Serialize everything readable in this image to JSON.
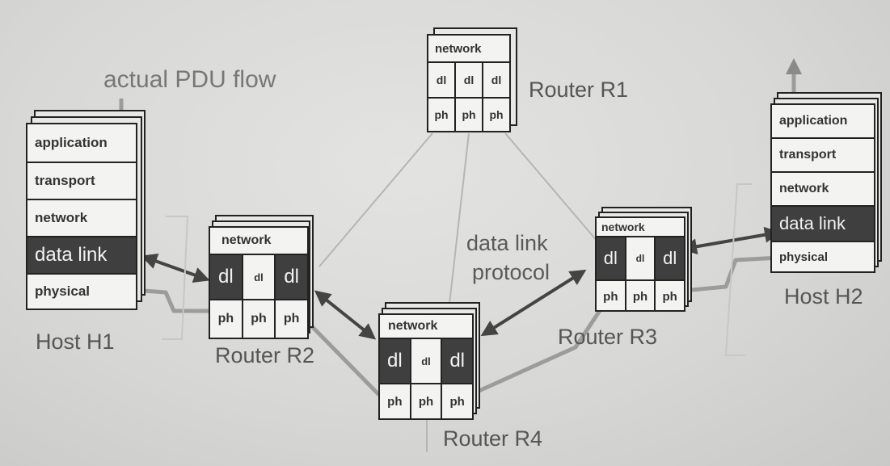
{
  "diagram": {
    "flow_label": "actual PDU flow",
    "protocol_label_line1": "data link",
    "protocol_label_line2": "protocol",
    "host_h1": {
      "name": "Host H1",
      "layers": [
        "application",
        "transport",
        "network",
        "data link",
        "physical"
      ]
    },
    "host_h2": {
      "name": "Host H2",
      "layers": [
        "application",
        "transport",
        "network",
        "data link",
        "physical"
      ]
    },
    "router_r1": {
      "name": "Router R1",
      "network": "network",
      "dl": [
        "dl",
        "dl",
        "dl"
      ],
      "ph": [
        "ph",
        "ph",
        "ph"
      ]
    },
    "router_r2": {
      "name": "Router R2",
      "network": "network",
      "dl": [
        "dl",
        "dl",
        "dl"
      ],
      "ph": [
        "ph",
        "ph",
        "ph"
      ]
    },
    "router_r3": {
      "name": "Router R3",
      "network": "network",
      "dl": [
        "dl",
        "dl",
        "dl"
      ],
      "ph": [
        "ph",
        "ph",
        "ph"
      ]
    },
    "router_r4": {
      "name": "Router R4",
      "network": "network",
      "dl": [
        "dl",
        "dl",
        "dl"
      ],
      "ph": [
        "ph",
        "ph",
        "ph"
      ]
    }
  }
}
